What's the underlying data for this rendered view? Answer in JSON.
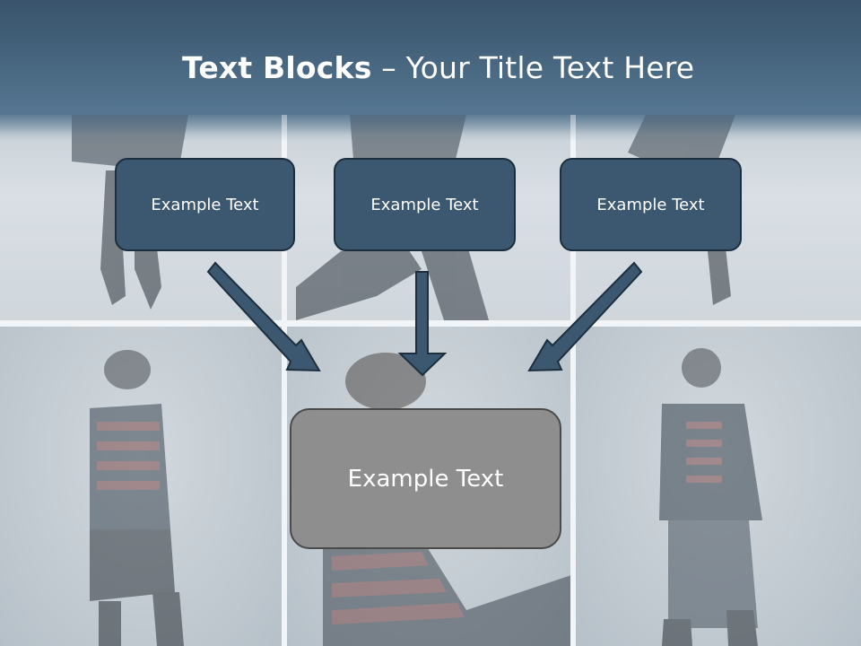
{
  "slide": {
    "title_bold": "Text Blocks",
    "title_separator": " – ",
    "title_rest": "Your Title Text Here",
    "top_boxes": [
      {
        "label": "Example Text"
      },
      {
        "label": "Example Text"
      },
      {
        "label": "Example Text"
      }
    ],
    "center_box": {
      "label": "Example Text"
    }
  },
  "colors": {
    "header": "#4a6c88",
    "box_fill": "#3b5870",
    "box_border": "#1d2f3f",
    "center_box_fill": "#8e8e8e",
    "arrow_fill": "#3b5870"
  },
  "background_image": "photo-collage-fashion-models"
}
